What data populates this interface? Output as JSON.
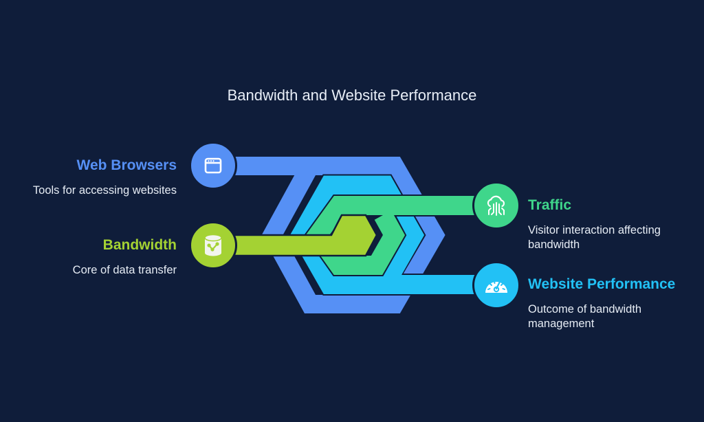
{
  "title": "Bandwidth and Website Performance",
  "items": [
    {
      "name": "Web Browsers",
      "description": "Tools for accessing websites",
      "icon": "browser-window-icon",
      "color": "#5690f5"
    },
    {
      "name": "Bandwidth",
      "description": "Core of data transfer",
      "icon": "database-share-icon",
      "color": "#a4d233"
    },
    {
      "name": "Traffic",
      "description": "Visitor interaction affecting bandwidth",
      "icon": "cloud-network-icon",
      "color": "#3fd68b"
    },
    {
      "name": "Website Performance",
      "description": "Outcome of bandwidth management",
      "icon": "speedometer-icon",
      "color": "#22c1f5"
    }
  ],
  "colors": {
    "background": "#0f1d3a",
    "text": "#e8eef7"
  }
}
